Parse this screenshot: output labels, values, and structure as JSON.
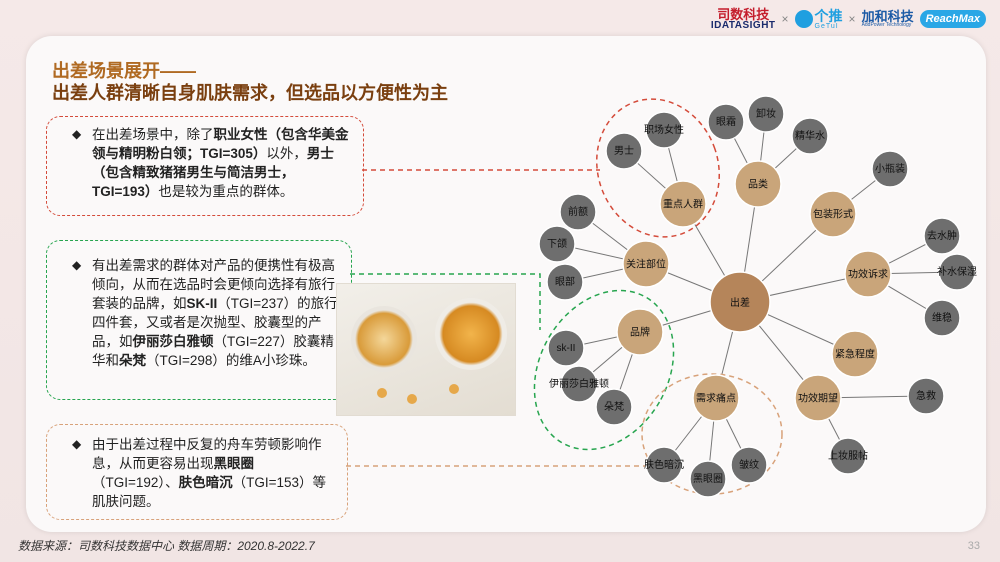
{
  "brands": {
    "idata_cn": "司数科技",
    "idata_en": "IDATASIGHT",
    "x": "×",
    "getui_cn": "个推",
    "getui_en": "GeTuI",
    "jh_cn": "加和科技",
    "jh_en": "AddPower Technology",
    "reach": "ReachMax"
  },
  "title": {
    "line1": "出差场景展开——",
    "line2": "出差人群清晰自身肌肤需求，但选品以方便性为主"
  },
  "bullets": [
    {
      "parts": [
        {
          "t": "在出差场景中，除了",
          "b": false
        },
        {
          "t": "职业女性（包含华美金领与精明粉白领；TGI=305）",
          "b": true
        },
        {
          "t": "以外，",
          "b": false
        },
        {
          "t": "男士（包含精致猪猪男生与简洁男士，TGI=193）",
          "b": true
        },
        {
          "t": "也是较为重点的群体。",
          "b": false
        }
      ]
    },
    {
      "parts": [
        {
          "t": "有出差需求的群体对产品的便携性有极高倾向，从而在选品时会更倾向选择有旅行套装的品牌，如",
          "b": false
        },
        {
          "t": "SK-II",
          "b": true
        },
        {
          "t": "（TGI=237）的旅行四件套，又或者是次抛型、胶囊型的产品，如",
          "b": false
        },
        {
          "t": "伊丽莎白雅顿",
          "b": true
        },
        {
          "t": "（TGI=227）胶囊精华和",
          "b": false
        },
        {
          "t": "朵梵",
          "b": true
        },
        {
          "t": "（TGI=298）的维A小珍珠。",
          "b": false
        }
      ]
    },
    {
      "parts": [
        {
          "t": "由于出差过程中反复的舟车劳顿影响作息，从而更容易出现",
          "b": false
        },
        {
          "t": "黑眼圈",
          "b": true
        },
        {
          "t": "（TGI=192）、",
          "b": false
        },
        {
          "t": "肤色暗沉",
          "b": true
        },
        {
          "t": "（TGI=153）等肌肤问题。",
          "b": false
        }
      ]
    }
  ],
  "mindmap": {
    "center": "出差",
    "branches": [
      {
        "label": "重点人群",
        "leaves": [
          "职场女性",
          "男士"
        ]
      },
      {
        "label": "品类",
        "leaves": [
          "卸妆",
          "眼霜",
          "精华水"
        ]
      },
      {
        "label": "包装形式",
        "leaves": [
          "小瓶装"
        ]
      },
      {
        "label": "功效诉求",
        "leaves": [
          "去水肿",
          "补水保湿",
          "维稳"
        ]
      },
      {
        "label": "紧急程度",
        "leaves": []
      },
      {
        "label": "功效期望",
        "leaves": [
          "急救",
          "上妆服帖"
        ]
      },
      {
        "label": "需求痛点",
        "leaves": [
          "皱纹",
          "黑眼圈",
          "肤色暗沉"
        ]
      },
      {
        "label": "品牌",
        "leaves": [
          "sk-II",
          "伊丽莎白雅顿",
          "朵梵"
        ]
      },
      {
        "label": "关注部位",
        "leaves": [
          "前额",
          "下颌",
          "眼部"
        ]
      }
    ]
  },
  "colors": {
    "title": "#b06a22",
    "branch_node": "#c9a57a",
    "leaf_node": "#6e6e6e",
    "center_node": "#b5855a"
  },
  "footer": {
    "source": "数据来源：司数科技数据中心    数据周期：2020.8-2022.7",
    "page": "33"
  }
}
